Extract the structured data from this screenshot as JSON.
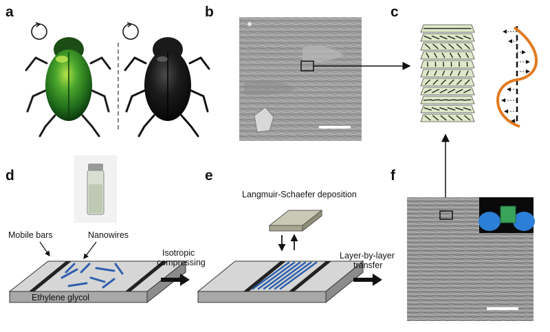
{
  "panels": {
    "a": "a",
    "b": "b",
    "c": "c",
    "d": "d",
    "e": "e",
    "f": "f"
  },
  "labels": {
    "mobile_bars": "Mobile bars",
    "nanowires": "Nanowires",
    "ethylene_glycol": "Ethylene glycol",
    "isotropic_1": "Isotropic",
    "isotropic_2": "compressing",
    "langmuir": "Langmuir-Schaefer deposition",
    "lbl_1": "Layer-by-layer",
    "lbl_2": "transfer"
  },
  "colors": {
    "beetle_green": "#2f8a1f",
    "beetle_dark": "#141414",
    "sem_gray": "#9a9a9a",
    "nanowire_blue": "#2f5fae",
    "helix_orange": "#e07a1f",
    "layer_fill": "#dfe8c8",
    "glove_blue": "#2c7fd6",
    "cube_green": "#3aa35a"
  },
  "icons": {
    "rotation_left": "clockwise-rotation-icon",
    "rotation_right": "clockwise-rotation-icon"
  }
}
